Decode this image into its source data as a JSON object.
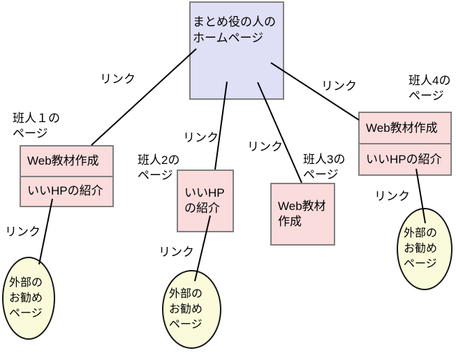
{
  "root_box": {
    "label": "まとめ役の人の\nホームページ"
  },
  "link_label": "リンク",
  "groups": [
    {
      "caption": "班人１の\nページ",
      "cells": [
        "Web教材作成",
        "いいHPの紹介"
      ]
    },
    {
      "caption": "班人2の\nページ",
      "cells": [
        "いいHP\nの紹介"
      ]
    },
    {
      "caption": "班人3の\nページ",
      "cells": [
        "Web教材\n作成"
      ]
    },
    {
      "caption": "班人4の\nページ",
      "cells": [
        "Web教材作成",
        "いいHPの紹介"
      ]
    }
  ],
  "external_page": {
    "label": "外部の\nお勧め\nページ"
  },
  "colors": {
    "root_fill": "#dfdff6",
    "member_fill": "#fadcdc",
    "external_fill": "#fbfbdc",
    "box_border": "#7f7f7f",
    "ellipse_border": "#151515",
    "line": "#000000",
    "background": "#ffffff"
  }
}
